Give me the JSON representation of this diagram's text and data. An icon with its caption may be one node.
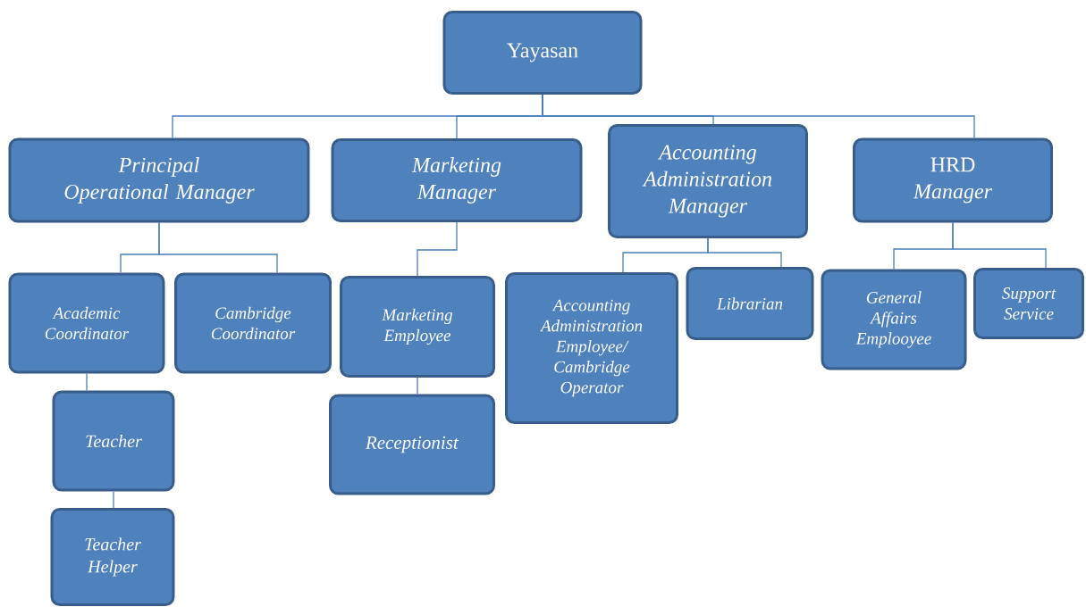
{
  "diagram": {
    "nodes": [
      {
        "text": [
          "Yayasan"
        ]
      },
      {
        "text": [
          "*Principal Operational Manager*"
        ]
      },
      {
        "text": [
          "*Marketing Manager*"
        ]
      },
      {
        "text": [
          "*Accounting Administration Manager*"
        ]
      },
      {
        "text": [
          "HRD *Manager*"
        ]
      },
      {
        "text": [
          "*Academic Coordinator*"
        ]
      },
      {
        "text": [
          "*Cambridge Coordinator*"
        ]
      },
      {
        "text": [
          "*Teacher*"
        ]
      },
      {
        "text": [
          "*Teacher Helper*"
        ]
      },
      {
        "text": [
          "*Marketing Employee*"
        ]
      },
      {
        "text": [
          "*Receptionist*"
        ]
      },
      {
        "text": [
          "*Accounting Administration Employee/ Cambridge Operator*"
        ]
      },
      {
        "text": [
          "*Librarian*"
        ]
      },
      {
        "text": [
          "*General Affairs Emplooyee*"
        ]
      },
      {
        "text": [
          "*Support Service*"
        ]
      }
    ],
    "edges": [
      {
        "from": 0,
        "to": 1,
        "arrow": "none"
      },
      {
        "from": 0,
        "to": 2,
        "arrow": "none"
      },
      {
        "from": 0,
        "to": 3,
        "arrow": "none"
      },
      {
        "from": 0,
        "to": 4,
        "arrow": "none"
      },
      {
        "from": 1,
        "to": 5,
        "arrow": "none"
      },
      {
        "from": 1,
        "to": 6,
        "arrow": "none"
      },
      {
        "from": 5,
        "to": 7,
        "arrow": "none"
      },
      {
        "from": 7,
        "to": 8,
        "arrow": "none"
      },
      {
        "from": 2,
        "to": 9,
        "arrow": "none"
      },
      {
        "from": 9,
        "to": 10,
        "arrow": "none"
      },
      {
        "from": 3,
        "to": 11,
        "arrow": "none"
      },
      {
        "from": 3,
        "to": 12,
        "arrow": "none"
      },
      {
        "from": 4,
        "to": 13,
        "arrow": "none"
      },
      {
        "from": 4,
        "to": 14,
        "arrow": "none"
      }
    ]
  }
}
